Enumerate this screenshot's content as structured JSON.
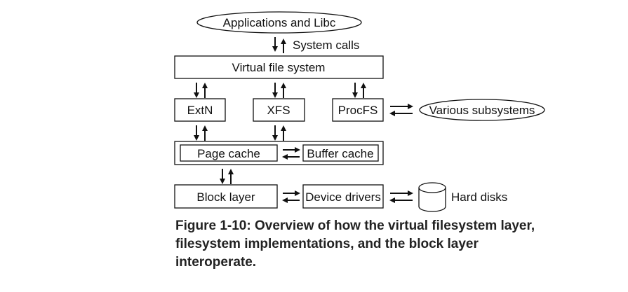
{
  "diagram": {
    "top_oval": "Applications and Libc",
    "syscalls_label": "System calls",
    "vfs": "Virtual file system",
    "fs": [
      "ExtN",
      "XFS",
      "ProcFS"
    ],
    "subsystems": "Various subsystems",
    "page_cache": "Page cache",
    "buffer_cache": "Buffer cache",
    "block_layer": "Block layer",
    "device_drivers": "Device drivers",
    "hard_disks": "Hard disks"
  },
  "caption": {
    "lines": [
      "Figure 1-10: Overview of how the virtual filesystem layer,",
      "filesystem implementations, and the block layer",
      "interoperate."
    ]
  }
}
